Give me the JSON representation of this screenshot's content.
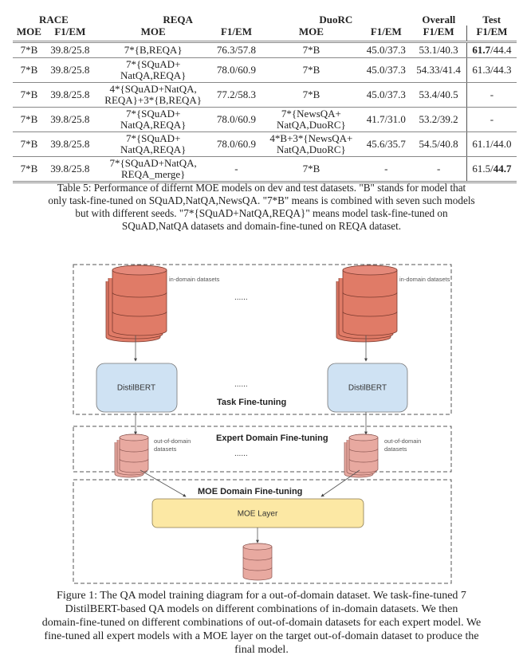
{
  "table": {
    "group_headers": [
      "RACE",
      "REQA",
      "DuoRC",
      "Overall",
      "Test"
    ],
    "sub_headers": [
      "MOE",
      "F1/EM",
      "MOE",
      "F1/EM",
      "MOE",
      "F1/EM",
      "F1/EM",
      "F1/EM"
    ],
    "rows": [
      {
        "race_moe": "7*B",
        "race_f1em": "39.8/25.8",
        "reqa_moe": [
          "7*{B,REQA}"
        ],
        "reqa_f1em": "76.3/57.8",
        "duorc_moe": [
          "7*B"
        ],
        "duorc_f1em": "45.0/37.3",
        "overall": "53.1/40.3",
        "test_bold": "61.7",
        "test_rest": "/44.4"
      },
      {
        "race_moe": "7*B",
        "race_f1em": "39.8/25.8",
        "reqa_moe": [
          "7*{SQuAD+",
          "NatQA,REQA}"
        ],
        "reqa_f1em": "78.0/60.9",
        "duorc_moe": [
          "7*B"
        ],
        "duorc_f1em": "45.0/37.3",
        "overall": "54.33/41.4",
        "test_plain": "61.3/44.3"
      },
      {
        "race_moe": "7*B",
        "race_f1em": "39.8/25.8",
        "reqa_moe": [
          "4*{SQuAD+NatQA,",
          "REQA}+3*{B,REQA}"
        ],
        "reqa_f1em": "77.2/58.3",
        "duorc_moe": [
          "7*B"
        ],
        "duorc_f1em": "45.0/37.3",
        "overall": "53.4/40.5",
        "test_plain": "-"
      },
      {
        "race_moe": "7*B",
        "race_f1em": "39.8/25.8",
        "reqa_moe": [
          "7*{SQuAD+",
          "NatQA,REQA}"
        ],
        "reqa_f1em": "78.0/60.9",
        "duorc_moe": [
          "7*{NewsQA+",
          "NatQA,DuoRC}"
        ],
        "duorc_f1em": "41.7/31.0",
        "overall": "53.2/39.2",
        "test_plain": "-"
      },
      {
        "race_moe": "7*B",
        "race_f1em": "39.8/25.8",
        "reqa_moe": [
          "7*{SQuAD+",
          "NatQA,REQA}"
        ],
        "reqa_f1em": "78.0/60.9",
        "duorc_moe": [
          "4*B+3*{NewsQA+",
          "NatQA,DuoRC}"
        ],
        "duorc_f1em": "45.6/35.7",
        "overall": "54.5/40.8",
        "test_plain": "61.1/44.0"
      },
      {
        "race_moe": "7*B",
        "race_f1em": "39.8/25.8",
        "reqa_moe": [
          "7*{SQuAD+NatQA,",
          "REQA_merge}"
        ],
        "reqa_f1em": "-",
        "duorc_moe": [
          "7*B"
        ],
        "duorc_f1em": "-",
        "overall": "-",
        "test_rest_pre": "61.5/",
        "test_bold_post": "44.7"
      }
    ],
    "caption": [
      "Table 5: Performance of differnt MOE models on dev and test datasets. \"B\" stands for model that",
      "only task-fine-tuned on SQuAD,NatQA,NewsQA. \"7*B\" means is combined with seven such models",
      "but with different seeds. \"7*{SQuAD+NatQA,REQA}\" means model task-fine-tuned on",
      "SQuAD,NatQA datasets and domain-fine-tuned on REQA dataset."
    ]
  },
  "diagram": {
    "in_domain_label": "in-domain datasets",
    "out_domain_label_1": "out-of-domain",
    "out_domain_label_2": "datasets",
    "ellipsis": "......",
    "model_label": "DistilBERT",
    "stage_task": "Task Fine-tuning",
    "stage_expert": "Expert Domain Fine-tuning",
    "stage_moe": "MOE Domain Fine-tuning",
    "moe_layer_label": "MOE Layer",
    "colors": {
      "in_domain_cylinder": "#e07b67",
      "out_domain_cylinder": "#e8a9a0",
      "model_box": "#cfe2f3",
      "moe_box": "#fce8a4",
      "dashed_border": "#555555"
    }
  },
  "figure_caption": [
    "Figure 1: The QA model training diagram for a out-of-domain dataset. We task-fine-tuned 7",
    "DistilBERT-based QA models on different combinations of in-domain datasets. We then",
    "domain-fine-tuned on different combinations of out-of-domain datasets for each expert model. We",
    "fine-tuned all expert models with a MOE layer on the target out-of-domain dataset to produce the",
    "final model."
  ]
}
